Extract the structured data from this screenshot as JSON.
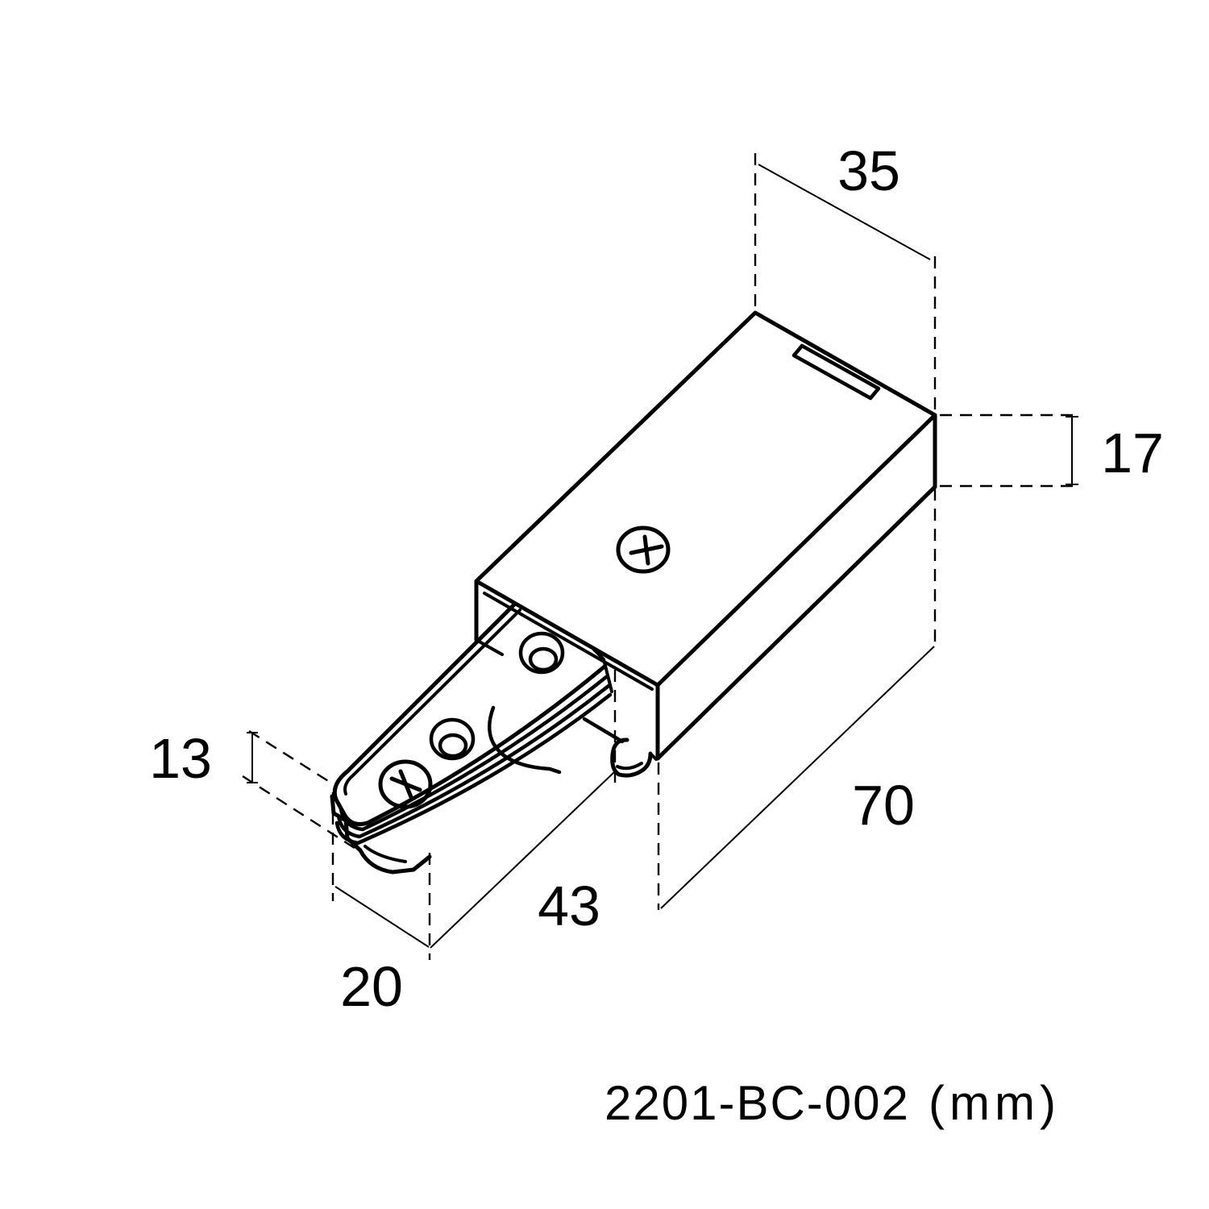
{
  "drawing": {
    "type": "isometric dimensional drawing",
    "subject": "track lighting live-end power connector",
    "part_number": "2201-BC-002",
    "units": "(mm)",
    "dimensions": {
      "body_top_width": "35",
      "body_end_height": "17",
      "blade_tip_height": "13",
      "body_length": "70",
      "blade_exposed_length": "43",
      "blade_tip_width": "20"
    },
    "colors": {
      "line": "#000000",
      "background": "#ffffff"
    }
  }
}
